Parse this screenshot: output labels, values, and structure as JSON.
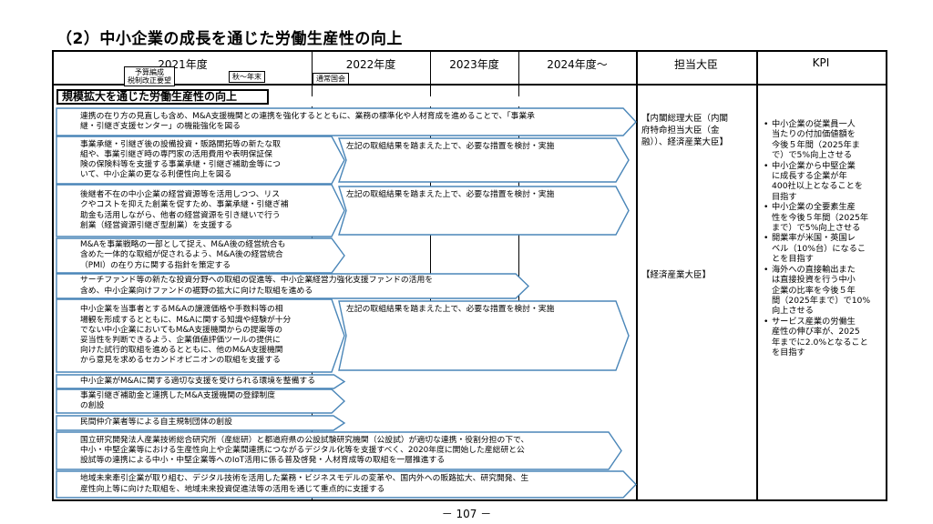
{
  "title": "（2）中小企業の成長を通じた労働生産性の向上",
  "columns": {
    "y2021": "2021年度",
    "y2022": "2022年度",
    "y2023": "2023年度",
    "y2024": "2024年度～",
    "minister": "担当大臣",
    "kpi": "KPI"
  },
  "tags": {
    "budget": "予算編成\n税制改正要望",
    "autumn": "秋～年末",
    "diet": "通常国会"
  },
  "section_title": "規模拡大を通じた労働生産性の向上",
  "rows": [
    {
      "lines": [
        "連携の在り方の見直しも含め、M&A支援機関との連携を強化するとともに、業務の標準化や人材育成を進めることで、「事業承",
        "継・引継ぎ支援センター」の機能強化を図る"
      ]
    },
    {
      "lines": [
        "事業承継・引継ぎ後の設備投資・販路開拓等の新たな取",
        "組や、事業引継ぎ時の専門家の活用費用や表明保証保",
        "険の保険料等を支援する事業承継・引継ぎ補助金等につ",
        "いて、中小企業の更なる利便性向上を図る"
      ],
      "next": "左記の取組結果を踏まえた上で、必要な措置を検討・実施"
    },
    {
      "lines": [
        "後継者不在の中小企業の経営資源等を活用しつつ、リス",
        "クやコストを抑えた創業を促すため、事業承継・引継ぎ補",
        "助金も活用しながら、他者の経営資源を引き継いで行う",
        "創業（経営資源引継ぎ型創業）を支援する"
      ],
      "next": "左記の取組結果を踏まえた上で、必要な措置を検討・実施"
    },
    {
      "lines": [
        "M&Aを事業戦略の一部として捉え、M&A後の経営統合も",
        "含めた一体的な取組が促されるよう、M&A後の経営統合",
        "（PMI）の在り方に関する指針を策定する"
      ]
    },
    {
      "lines": [
        "サーチファンド等の新たな投資分野への取組の促進等、中小企業経営力強化支援ファンドの活用を",
        "含め、中小企業向けファンドの裾野の拡大に向けた取組を進める"
      ]
    },
    {
      "lines": [
        "中小企業を当事者とするM&Aの譲渡価格や手数料等の相",
        "場観を形成するとともに、M&Aに関する知識や経験が十分",
        "でない中小企業においてもM&A支援機関からの提案等の",
        "妥当性を判断できるよう、企業価値評価ツールの提供に",
        "向けた試行的取組を進めるとともに、他のM&A支援機関",
        "から意見を求めるセカンドオピニオンの取組を支援する"
      ],
      "next": "左記の取組結果を踏まえた上で、必要な措置を検討・実施"
    },
    {
      "lines": [
        "中小企業がM&Aに関する適切な支援を受けられる環境を整備する"
      ]
    },
    {
      "lines": [
        "事業引継ぎ補助金と連携したM&A支援機関の登録制度",
        "の創設"
      ]
    },
    {
      "lines": [
        "民間仲介業者等による自主規制団体の創設"
      ]
    },
    {
      "lines": [
        "国立研究開発法人産業技術総合研究所（産総研）と都道府県の公設試験研究機関（公設試）が適切な連携・役割分担の下で、",
        "中小・中堅企業等における生産性向上や企業間連携につながるデジタル化等を支援すべく、2020年度に開始した産総研と公",
        "設試等の連携による中小・中堅企業等へのIoT活用に係る普及啓発・人材育成等の取組を一層推進する"
      ]
    },
    {
      "lines": [
        "地域未来牽引企業が取り組む、デジタル技術を活用した業務・ビジネスモデルの変革や、国内外への販路拡大、研究開発、生",
        "産性向上等に向けた取組を、地域未来投資促進法等の活用を通じて重点的に支援する"
      ]
    }
  ],
  "ministers": {
    "first": [
      "【内閣総理大臣（内閣",
      "府特命担当大臣（金",
      "融））、経済産業大臣】"
    ],
    "second": "【経済産業大臣】"
  },
  "kpi_items": [
    [
      "中小企業の従業員一人",
      "当たりの付加価値額を",
      "今後５年間（2025年ま",
      "で）で5%向上させる"
    ],
    [
      "中小企業から中堅企業",
      "に成長する企業が年",
      "400社以上となることを",
      "目指す"
    ],
    [
      "中小企業の全要素生産",
      "性を今後５年間（2025年",
      "まで）で5%向上させる"
    ],
    [
      "開業率が米国・英国レ",
      "ベル（10%台）になるこ",
      "とを目指す"
    ],
    [
      "海外への直接輸出また",
      "は直接投資を行う中小",
      "企業の比率を今後５年",
      "間（2025年まで）で10%",
      "向上させる"
    ],
    [
      "サービス産業の労働生",
      "産性の伸び率が、2025",
      "年までに2.0%となること",
      "を目指す"
    ]
  ],
  "page_number": "－ 107 －",
  "colors": {
    "arrow_stroke": "#4a86b8",
    "border": "#000000",
    "background": "#ffffff"
  }
}
